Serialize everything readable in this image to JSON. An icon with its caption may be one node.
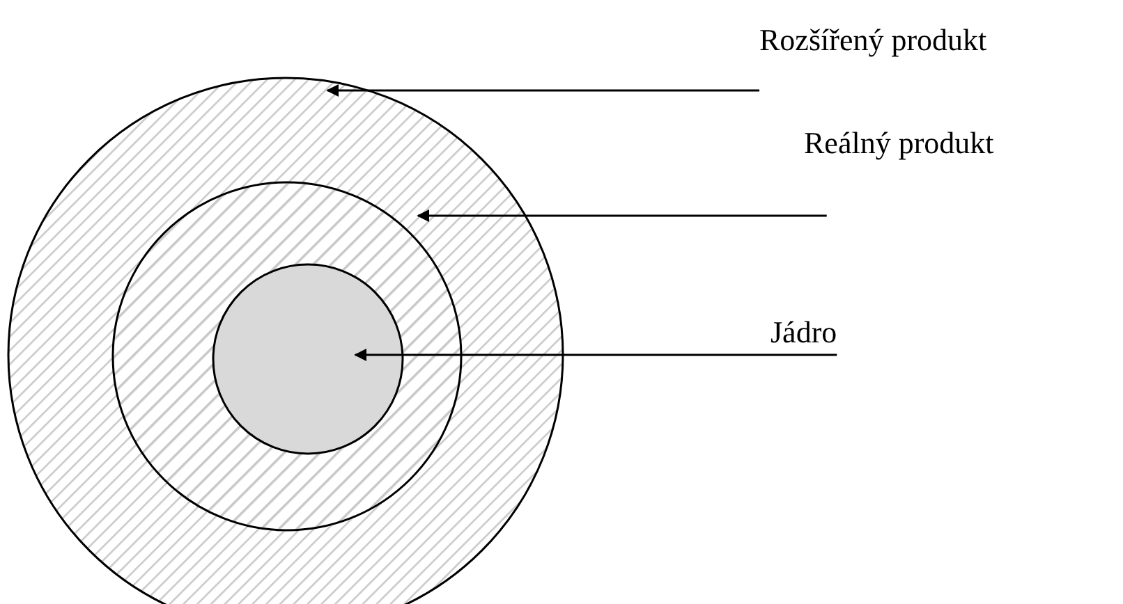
{
  "diagram": {
    "nodes": [
      {
        "text": [],
        "shape": "circle"
      },
      {
        "text": [],
        "shape": "circle",
        "in": 0
      },
      {
        "text": [],
        "shape": "circle",
        "in": 1
      },
      {
        "text": [
          "Rozšířený produkt"
        ]
      },
      {
        "text": [
          "Reálný produkt"
        ]
      },
      {
        "text": [
          "Jádro"
        ]
      }
    ],
    "edges": [
      {
        "from": 3,
        "to": 0,
        "arrow": "to"
      },
      {
        "from": 4,
        "to": 1,
        "arrow": "to"
      },
      {
        "from": 5,
        "to": 2,
        "arrow": "to"
      }
    ]
  }
}
